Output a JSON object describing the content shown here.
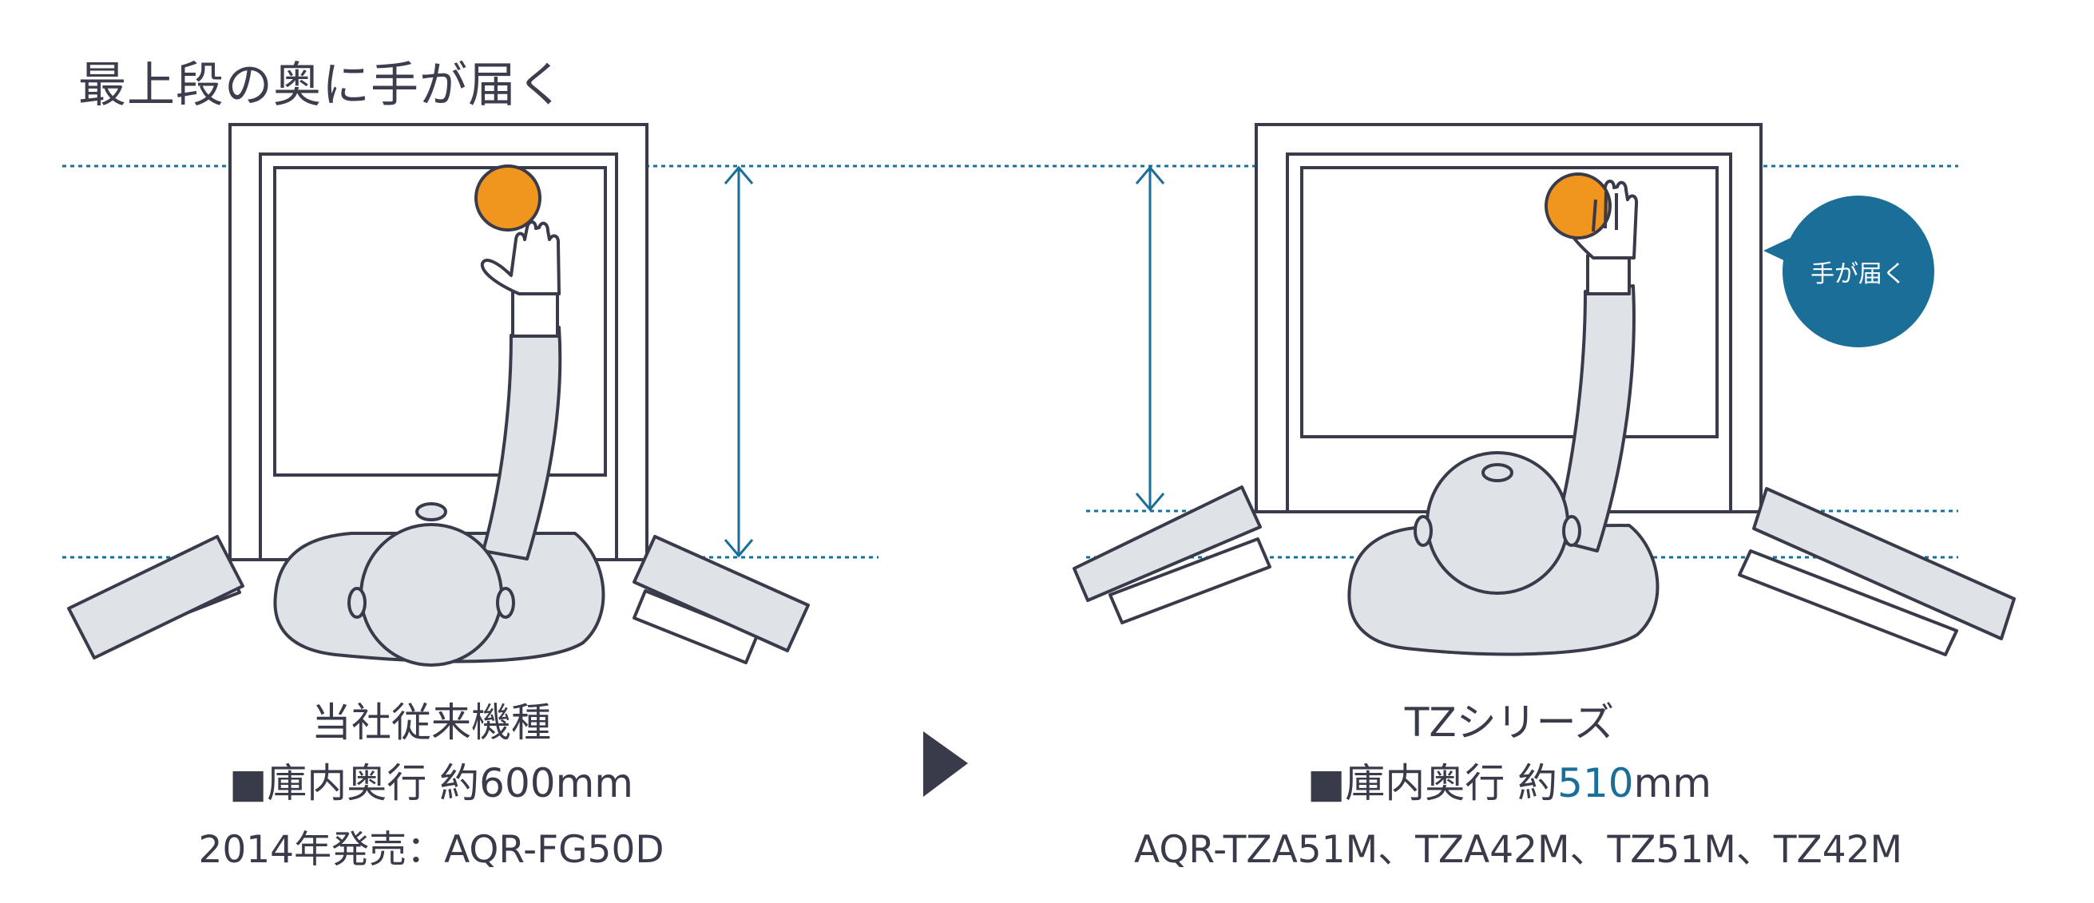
{
  "title": "最上段の奥に手が届く",
  "left": {
    "name": "当社従来機種",
    "depth_prefix": "■庫内奥行 約",
    "depth_value": "600",
    "depth_unit": "mm",
    "models": "2014年発売：AQR-FG50D"
  },
  "right": {
    "name": "TZシリーズ",
    "depth_prefix": "■庫内奥行 約",
    "depth_value": "510",
    "depth_unit": "mm",
    "models": "AQR-TZA51M、TZA42M、TZ51M、TZ42M",
    "bubble": "手が届く"
  },
  "colors": {
    "line": "#3a3b4a",
    "body_fill": "#dfe3e8",
    "accent": "#1a6e98",
    "ball": "#f0961e"
  }
}
